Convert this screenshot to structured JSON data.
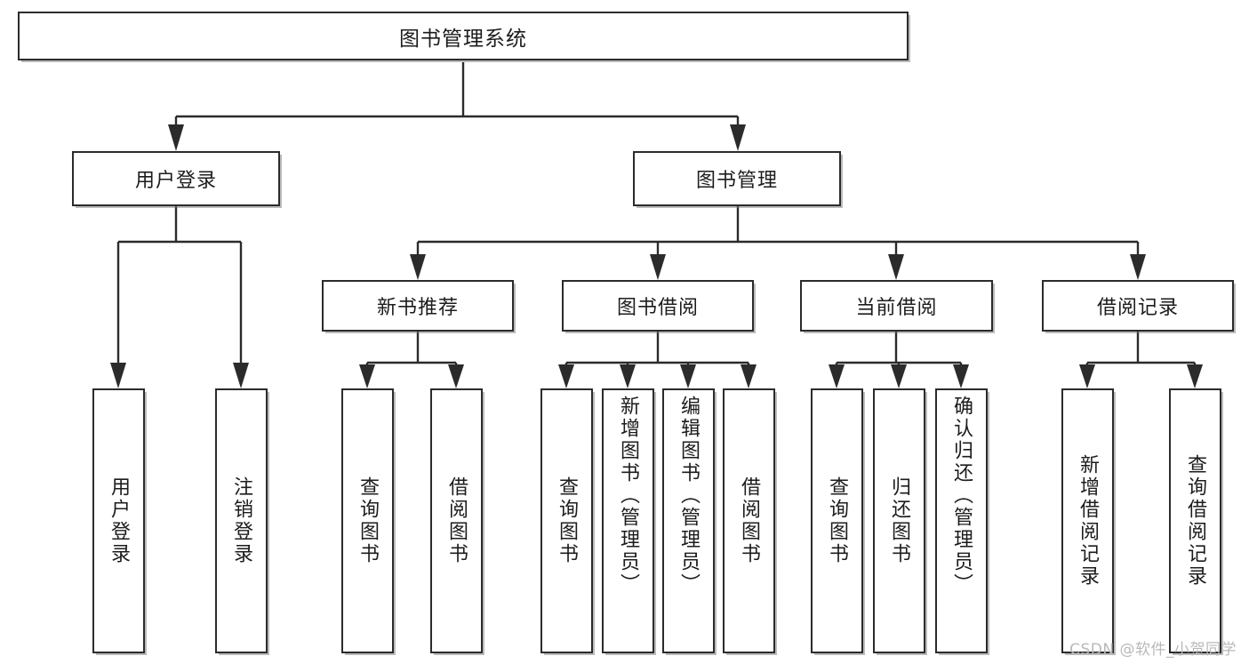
{
  "diagram": {
    "type": "hierarchy-tree",
    "title": "图书管理系统",
    "orientation": "top-down",
    "root": {
      "label": "图书管理系统",
      "level": 0
    },
    "level1": [
      {
        "label": "用户登录"
      },
      {
        "label": "图书管理"
      }
    ],
    "level2": [
      {
        "label": "新书推荐",
        "parent": "图书管理"
      },
      {
        "label": "图书借阅",
        "parent": "图书管理"
      },
      {
        "label": "当前借阅",
        "parent": "图书管理"
      },
      {
        "label": "借阅记录",
        "parent": "图书管理"
      }
    ],
    "leaves": {
      "user_login": [
        {
          "label": "用户登录"
        },
        {
          "label": "注销登录"
        }
      ],
      "new_book_recommend": [
        {
          "label": "查询图书"
        },
        {
          "label": "借阅图书"
        }
      ],
      "book_borrow": [
        {
          "label": "查询图书"
        },
        {
          "label": "新增图书（管理员）"
        },
        {
          "label": "编辑图书（管理员）"
        },
        {
          "label": "借阅图书"
        }
      ],
      "current_borrow": [
        {
          "label": "查询图书"
        },
        {
          "label": "归还图书"
        },
        {
          "label": "确认归还（管理员）"
        }
      ],
      "borrow_record": [
        {
          "label": "新增借阅记录"
        },
        {
          "label": "查询借阅记录"
        }
      ]
    }
  },
  "watermark": {
    "text": "CSDN @软件_小贺同学"
  },
  "colors": {
    "background": "#ffffff",
    "stroke": "#2b2b2b",
    "text": "#1c1c1c",
    "watermark": "#b9b9b9",
    "shadow": "#9a9a9a"
  }
}
